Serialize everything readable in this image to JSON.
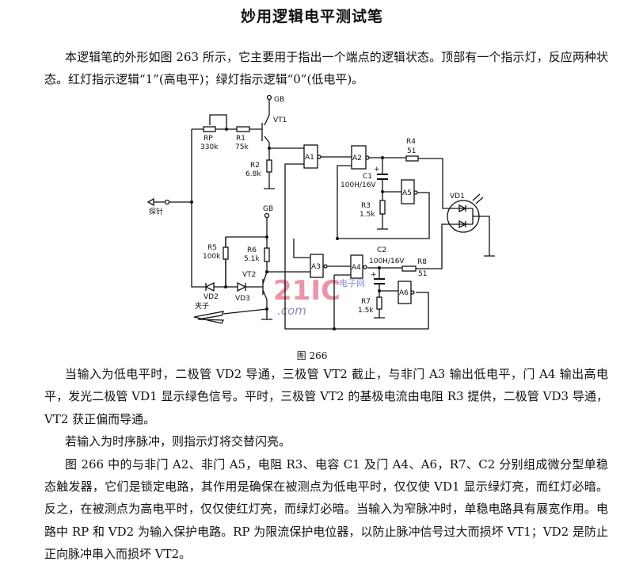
{
  "title": "妙用逻辑电平测试笔",
  "intro": "本逻辑笔的外形如图 263 所示，它主要用于指出一个端点的逻辑状态。顶部有一个指示灯，反应两种状态。红灯指示逻辑“1”(高电平)；绿灯指示逻辑“0”(低电平)。",
  "figure": {
    "caption": "图 266",
    "labels": {
      "gb1": "GB",
      "gb2": "GB",
      "vt1": "VT1",
      "vt2": "VT2",
      "rp": "RP",
      "rp_val": "330k",
      "r1": "R1",
      "r1_val": "75k",
      "r2": "R2",
      "r2_val": "6.8k",
      "r3": "R3",
      "r3_val": "1.5k",
      "r4": "R4",
      "r4_val": "51",
      "r5": "R5",
      "r5_val": "100k",
      "r6": "R6",
      "r6_val": "5.1k",
      "r7": "R7",
      "r7_val": "1.5k",
      "r8": "R8",
      "r8_val": "51",
      "c1": "C1",
      "c1_val": "100H/16V",
      "c2": "C2",
      "c2_val": "100H/16V",
      "vd1": "VD1",
      "vd2": "VD2",
      "vd3": "VD3",
      "a1": "A1",
      "a2": "A2",
      "a3": "A3",
      "a4": "A4",
      "a5": "A5",
      "a6": "A6",
      "probe": "探针",
      "clip": "夹子",
      "plus1": "+",
      "plus2": "+"
    },
    "watermark": {
      "brand": "21IC",
      "sub": "电子网",
      "domain": ".com",
      "color": "#e8708a",
      "sub_color": "#8a8fd0"
    }
  },
  "paragraphs": [
    "当输入为低电平时，二极管 VD2 导通，三极管 VT2 截止，与非门 A3 输出低电平，门 A4 输出高电平，发光二极管 VD1 显示绿色信号。平时，三极管 VT2 的基极电流由电阻 R3 提供，二极管 VD3 导通，VT2 获正偏而导通。",
    "若输入为时序脉冲，则指示灯将交替闪亮。",
    "图 266 中的与非门 A2、非门 A5，电阻 R3、电容 C1 及门 A4、A6，R7、C2 分别组成微分型单稳态触发器，它们是锁定电路，其作用是确保在被测点为低电平时，仅仅使 VD1 显示绿灯亮，而红灯必暗。反之，在被测点为高电平时，仅仅使红灯亮，而绿灯必暗。当输入为窄脉冲时，单稳电路具有展宽作用。电路中 RP 和 VD2 为输入保护电路。RP 为限流保护电位器，以防止脉冲信号过大而损坏 VT1；VD2 是防止正向脉冲串入而损坏 VT2。"
  ]
}
